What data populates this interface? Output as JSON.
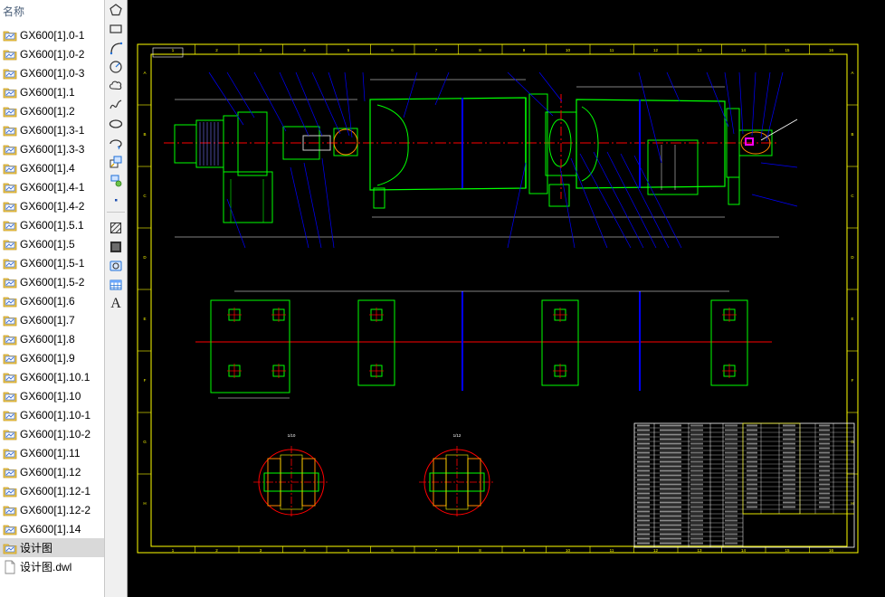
{
  "file_panel": {
    "header": "名称",
    "items": [
      {
        "label": "GX600[1].0-1",
        "icon": "cad-drawing-icon"
      },
      {
        "label": "GX600[1].0-2",
        "icon": "cad-drawing-icon"
      },
      {
        "label": "GX600[1].0-3",
        "icon": "cad-drawing-icon"
      },
      {
        "label": "GX600[1].1",
        "icon": "cad-drawing-icon"
      },
      {
        "label": "GX600[1].2",
        "icon": "cad-drawing-icon"
      },
      {
        "label": "GX600[1].3-1",
        "icon": "cad-drawing-icon"
      },
      {
        "label": "GX600[1].3-3",
        "icon": "cad-drawing-icon"
      },
      {
        "label": "GX600[1].4",
        "icon": "cad-drawing-icon"
      },
      {
        "label": "GX600[1].4-1",
        "icon": "cad-drawing-icon"
      },
      {
        "label": "GX600[1].4-2",
        "icon": "cad-drawing-icon"
      },
      {
        "label": "GX600[1].5.1",
        "icon": "cad-drawing-icon"
      },
      {
        "label": "GX600[1].5",
        "icon": "cad-drawing-icon"
      },
      {
        "label": "GX600[1].5-1",
        "icon": "cad-drawing-icon"
      },
      {
        "label": "GX600[1].5-2",
        "icon": "cad-drawing-icon"
      },
      {
        "label": "GX600[1].6",
        "icon": "cad-drawing-icon"
      },
      {
        "label": "GX600[1].7",
        "icon": "cad-drawing-icon"
      },
      {
        "label": "GX600[1].8",
        "icon": "cad-drawing-icon"
      },
      {
        "label": "GX600[1].9",
        "icon": "cad-drawing-icon"
      },
      {
        "label": "GX600[1].10.1",
        "icon": "cad-drawing-icon"
      },
      {
        "label": "GX600[1].10",
        "icon": "cad-drawing-icon"
      },
      {
        "label": "GX600[1].10-1",
        "icon": "cad-drawing-icon"
      },
      {
        "label": "GX600[1].10-2",
        "icon": "cad-drawing-icon"
      },
      {
        "label": "GX600[1].11",
        "icon": "cad-drawing-icon"
      },
      {
        "label": "GX600[1].12",
        "icon": "cad-drawing-icon"
      },
      {
        "label": "GX600[1].12-1",
        "icon": "cad-drawing-icon"
      },
      {
        "label": "GX600[1].12-2",
        "icon": "cad-drawing-icon"
      },
      {
        "label": "GX600[1].14",
        "icon": "cad-drawing-icon"
      },
      {
        "label": "设计图",
        "icon": "cad-drawing-icon",
        "selected": true
      },
      {
        "label": "设计图.dwl",
        "icon": "blank-file-icon"
      }
    ]
  },
  "toolbar": {
    "tools": [
      "polygon-tool-icon",
      "rectangle-tool-icon",
      "arc-tool-icon",
      "circle-tool-icon",
      "revision-cloud-tool-icon",
      "spline-tool-icon",
      "ellipse-tool-icon",
      "ellipse-arc-tool-icon",
      "insert-block-tool-icon",
      "make-block-tool-icon",
      "point-tool-icon",
      "hatch-tool-icon",
      "gradient-tool-icon",
      "region-tool-icon",
      "table-tool-icon",
      "multiline-text-tool-icon"
    ],
    "text_tool_label": "A"
  },
  "colors": {
    "canvas_bg": "#000000",
    "frame_line": "#ffff00",
    "part_line": "#00ff00",
    "center_line": "#ff0000",
    "leader_line": "#0000ff",
    "dimension_line": "#ffffff",
    "highlight": "#ff00ff"
  },
  "drawing": {
    "border_row_letters": [
      "A",
      "B",
      "C",
      "D",
      "E",
      "F",
      "G",
      "H"
    ],
    "border_col_numbers": [
      "1",
      "2",
      "3",
      "4",
      "5",
      "6",
      "7",
      "8",
      "9",
      "10",
      "11",
      "12",
      "13",
      "14",
      "15",
      "16"
    ],
    "section_label_1": "1/10",
    "section_label_2": "1/12"
  }
}
